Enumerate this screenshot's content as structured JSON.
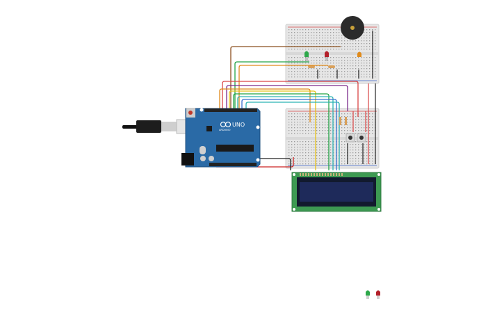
{
  "arduino": {
    "brand": "UNO",
    "maker": "ARDUINO"
  },
  "colors": {
    "board": "#2a6aa6",
    "board_dark": "#1d4f7e",
    "breadboard": "#e6e6e6",
    "lcd_pcb": "#3d9a52",
    "lcd_screen": "#1e2a5a",
    "buzzer": "#2b2b2b",
    "led_green": "#2da84a",
    "led_red": "#b3202a",
    "wire_brown": "#8b4f1e",
    "wire_green": "#22a345",
    "wire_orange": "#e08a1a",
    "wire_purple": "#7b2a8c",
    "wire_yellow": "#e6c21a",
    "wire_cyan": "#2bb3b3",
    "wire_blue": "#3a6fd0",
    "wire_red": "#cc2222",
    "wire_black": "#222222"
  },
  "components": {
    "buzzer": "piezo-buzzer",
    "leds": [
      "green-led",
      "red-led",
      "orange-led"
    ],
    "spare_leds": [
      "green-led",
      "red-led"
    ],
    "buttons": 2,
    "display": "lcd-16x2"
  }
}
